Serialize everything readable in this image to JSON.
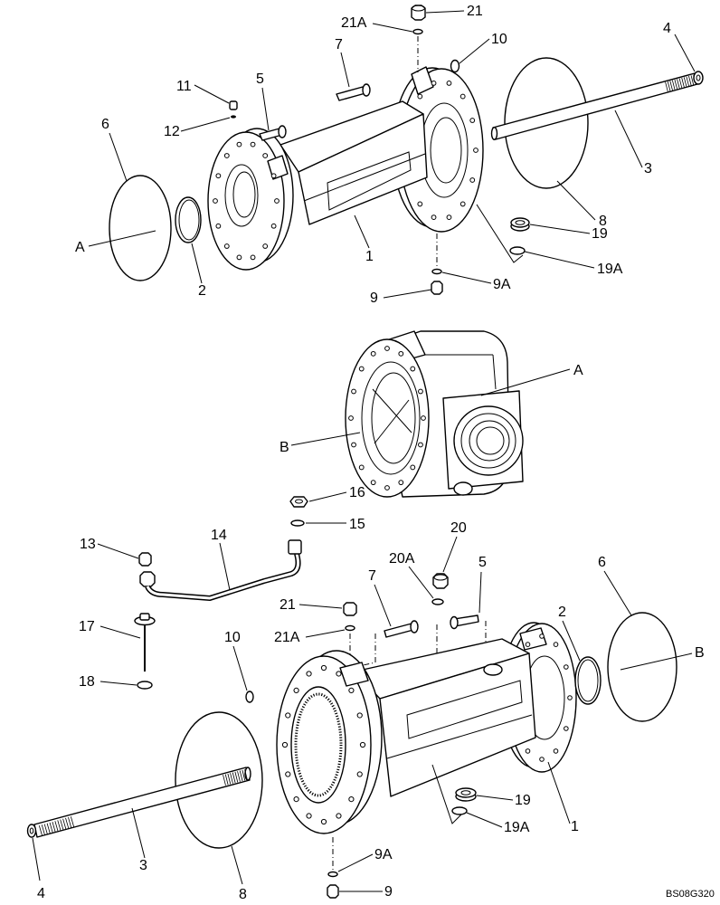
{
  "diagram_id": "BS08G320",
  "callouts": {
    "upper": [
      "21",
      "21A",
      "10",
      "7",
      "4",
      "11",
      "5",
      "12",
      "6",
      "3",
      "A",
      "1",
      "8",
      "19",
      "2",
      "19A",
      "9A",
      "9"
    ],
    "middle": [
      "A",
      "B"
    ],
    "lower": [
      "16",
      "15",
      "20",
      "13",
      "14",
      "20A",
      "5",
      "6",
      "7",
      "2",
      "21",
      "B",
      "17",
      "21A",
      "10",
      "18",
      "19",
      "1",
      "19A",
      "3",
      "9A",
      "4",
      "8",
      "9"
    ]
  }
}
